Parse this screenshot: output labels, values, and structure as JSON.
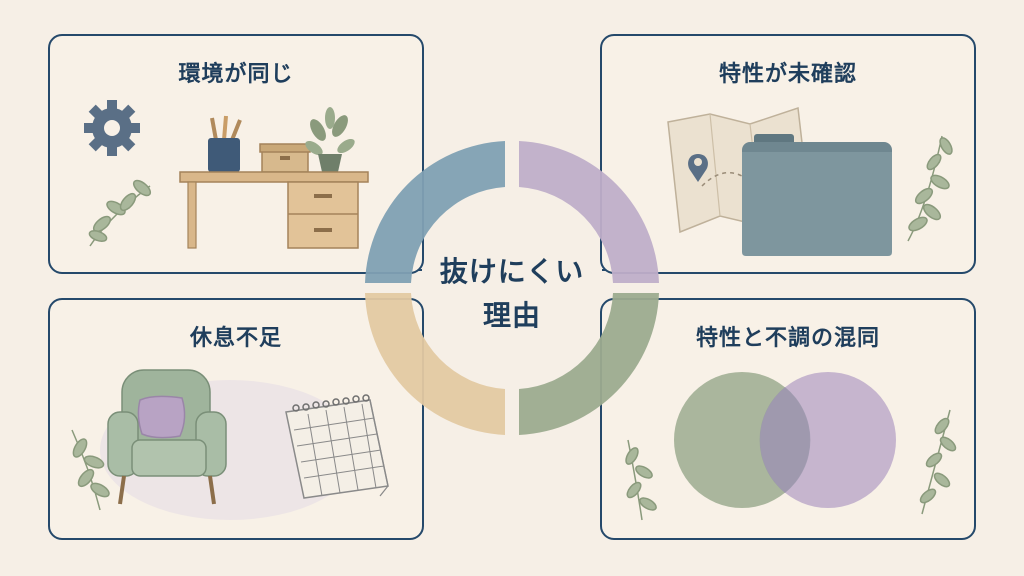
{
  "center": {
    "line1": "抜けにくい",
    "line2": "理由"
  },
  "cards": {
    "top_left": {
      "title": "環境が同じ"
    },
    "top_right": {
      "title": "特性が未確認"
    },
    "bottom_left": {
      "title": "休息不足"
    },
    "bottom_right": {
      "title": "特性と不調の混同"
    }
  },
  "colors": {
    "border": "#25496b",
    "title": "#1f3e5c",
    "ring_blue": "#7fa0b3",
    "ring_purple": "#bfaec9",
    "ring_tan": "#e3c9a2",
    "ring_green": "#9cab8f"
  },
  "icons": {
    "top_left": [
      "gear-icon",
      "pencil-cup-icon",
      "box-icon",
      "plant-icon",
      "desk-icon",
      "leaf-branch-icon"
    ],
    "top_right": [
      "map-icon",
      "location-pin-icon",
      "folder-icon",
      "leaf-branch-icon"
    ],
    "bottom_left": [
      "armchair-icon",
      "cushion-icon",
      "calendar-icon",
      "leaf-branch-icon"
    ],
    "bottom_right": [
      "venn-diagram-icon",
      "leaf-branch-icon"
    ]
  }
}
